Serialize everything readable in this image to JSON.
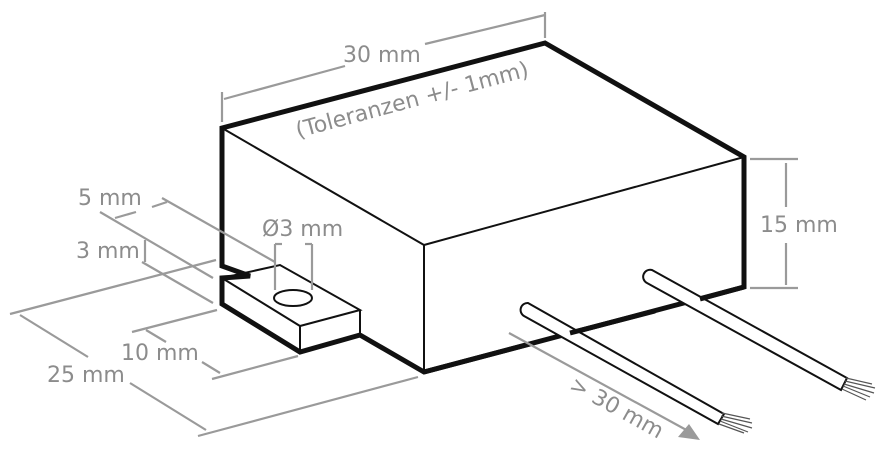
{
  "diagram": {
    "subject": "Module housing dimension drawing",
    "colors": {
      "outline": "#111111",
      "dimension_lines": "#9a9a9a",
      "dimension_text": "#8c8c8c",
      "background": "#ffffff"
    },
    "dimensions": {
      "width": {
        "label": "30 mm"
      },
      "tolerance": {
        "label": "(Toleranzen +/- 1mm)"
      },
      "height": {
        "label": "15 mm"
      },
      "depth": {
        "label": "25 mm"
      },
      "tab_width": {
        "label": "10 mm"
      },
      "tab_length": {
        "label": "5 mm"
      },
      "tab_thickness": {
        "label": "3 mm"
      },
      "hole_diameter": {
        "label": "Ø3 mm"
      },
      "wire_length": {
        "label": "> 30 mm"
      }
    },
    "parts": [
      "housing",
      "mounting-tab",
      "mounting-hole",
      "wire-1",
      "wire-2"
    ]
  }
}
